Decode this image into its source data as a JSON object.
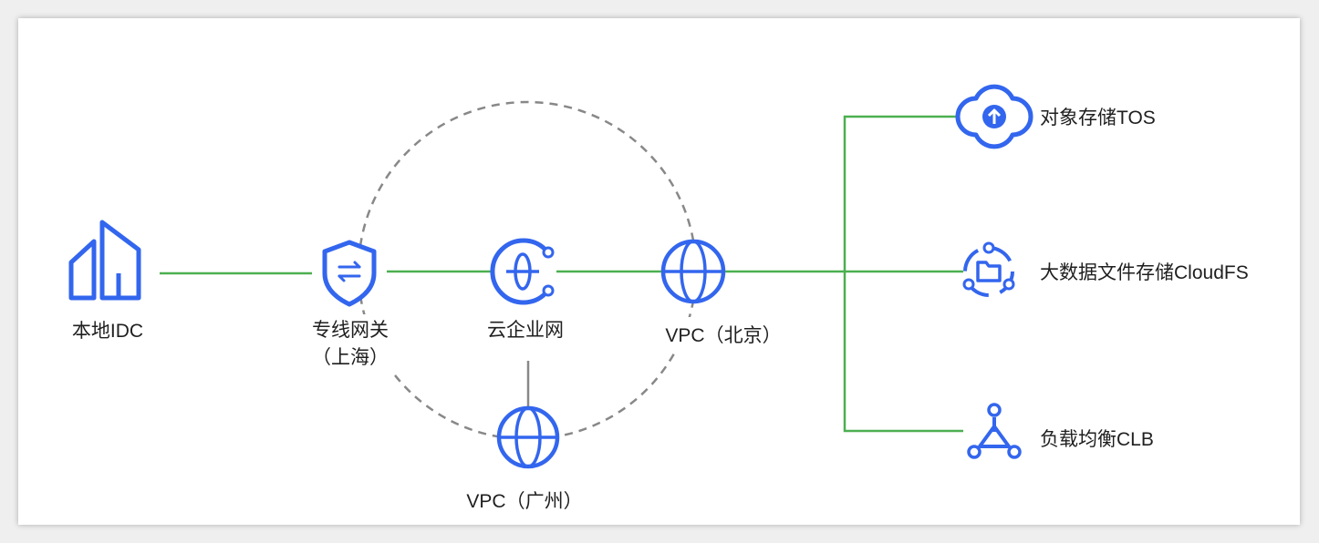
{
  "nodes": {
    "local_idc": "本地IDC",
    "dc_gateway_line1": "专线网关",
    "dc_gateway_line2": "（上海）",
    "cen": "云企业网",
    "vpc_beijing": "VPC（北京）",
    "vpc_guangzhou": "VPC（广州）",
    "tos": "对象存储TOS",
    "cloudfs": "大数据文件存储CloudFS",
    "clb": "负载均衡CLB"
  },
  "colors": {
    "icon_blue": "#3366ee",
    "link_green": "#4caf50",
    "dashed_gray": "#888888",
    "solid_gray": "#888888"
  },
  "icons": [
    "building-icon",
    "shield-exchange-icon",
    "cen-icon",
    "globe-icon",
    "cloud-upload-icon",
    "folder-network-icon",
    "hub-icon"
  ]
}
